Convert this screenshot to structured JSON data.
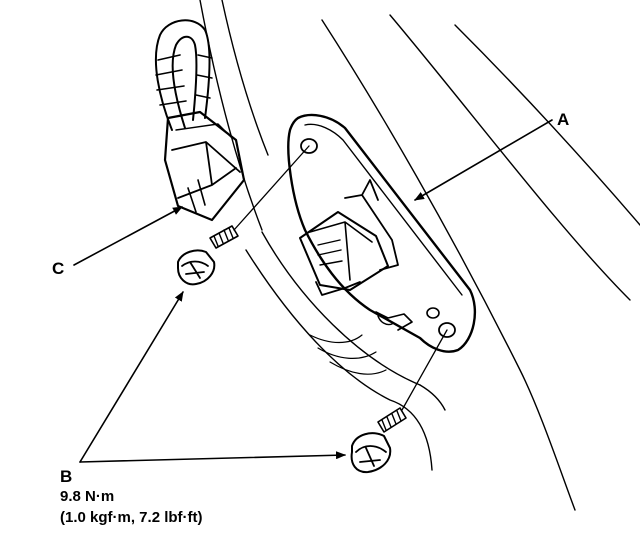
{
  "callouts": {
    "a": "A",
    "b": "B",
    "c": "C"
  },
  "torque_spec": {
    "metric": "9.8 N·m",
    "imperial": "(1.0 kgf·m, 7.2 lbf·ft)"
  },
  "colors": {
    "ink": "#000000",
    "paper": "#ffffff"
  }
}
